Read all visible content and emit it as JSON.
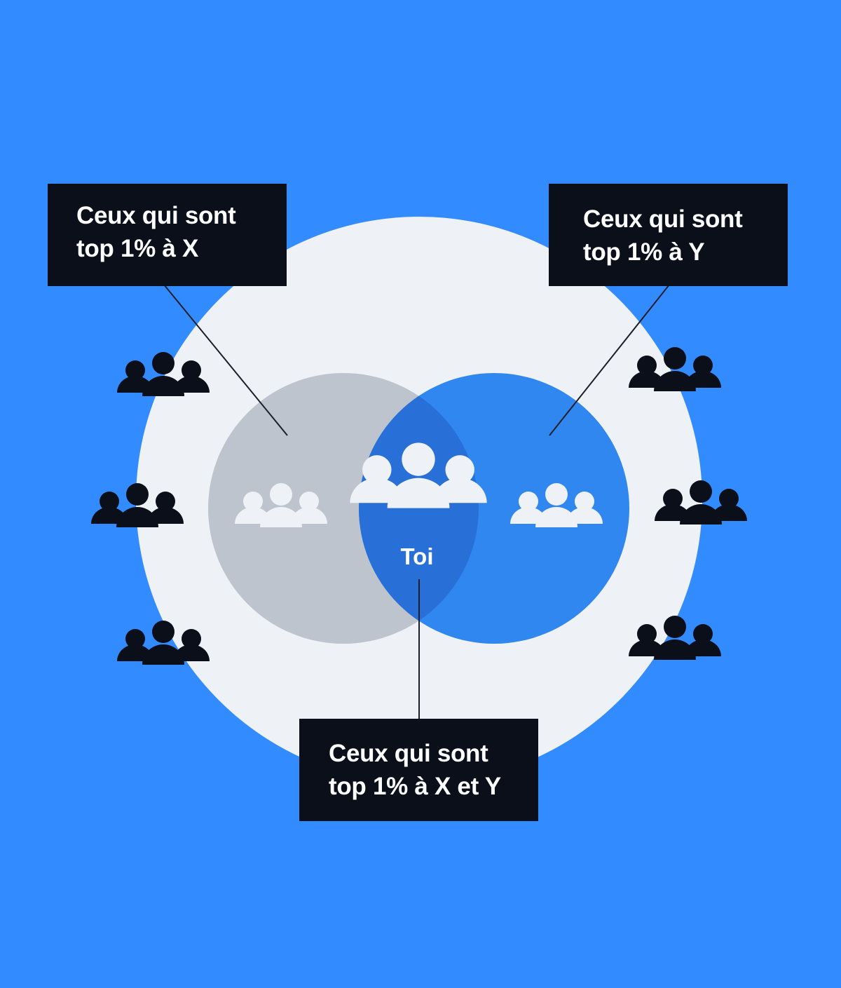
{
  "colors": {
    "background": "#338cff",
    "outer_circle": "#eef1f5",
    "circle_x": "#bdc4ce",
    "circle_y": "#3187f0",
    "intersection": "#2870d8",
    "dark": "#0b0f1a",
    "light_people": "#eef1f5"
  },
  "labels": {
    "x": {
      "line1": "Ceux qui sont",
      "line2": "top 1% à X"
    },
    "y": {
      "line1": "Ceux qui sont",
      "line2": "top 1% à Y"
    },
    "xy": {
      "line1": "Ceux qui sont",
      "line2": "top 1% à X et Y"
    }
  },
  "center": {
    "label": "Toi"
  },
  "icons": {
    "outer_group": "people-group-icon",
    "center_group": "people-group-icon"
  }
}
